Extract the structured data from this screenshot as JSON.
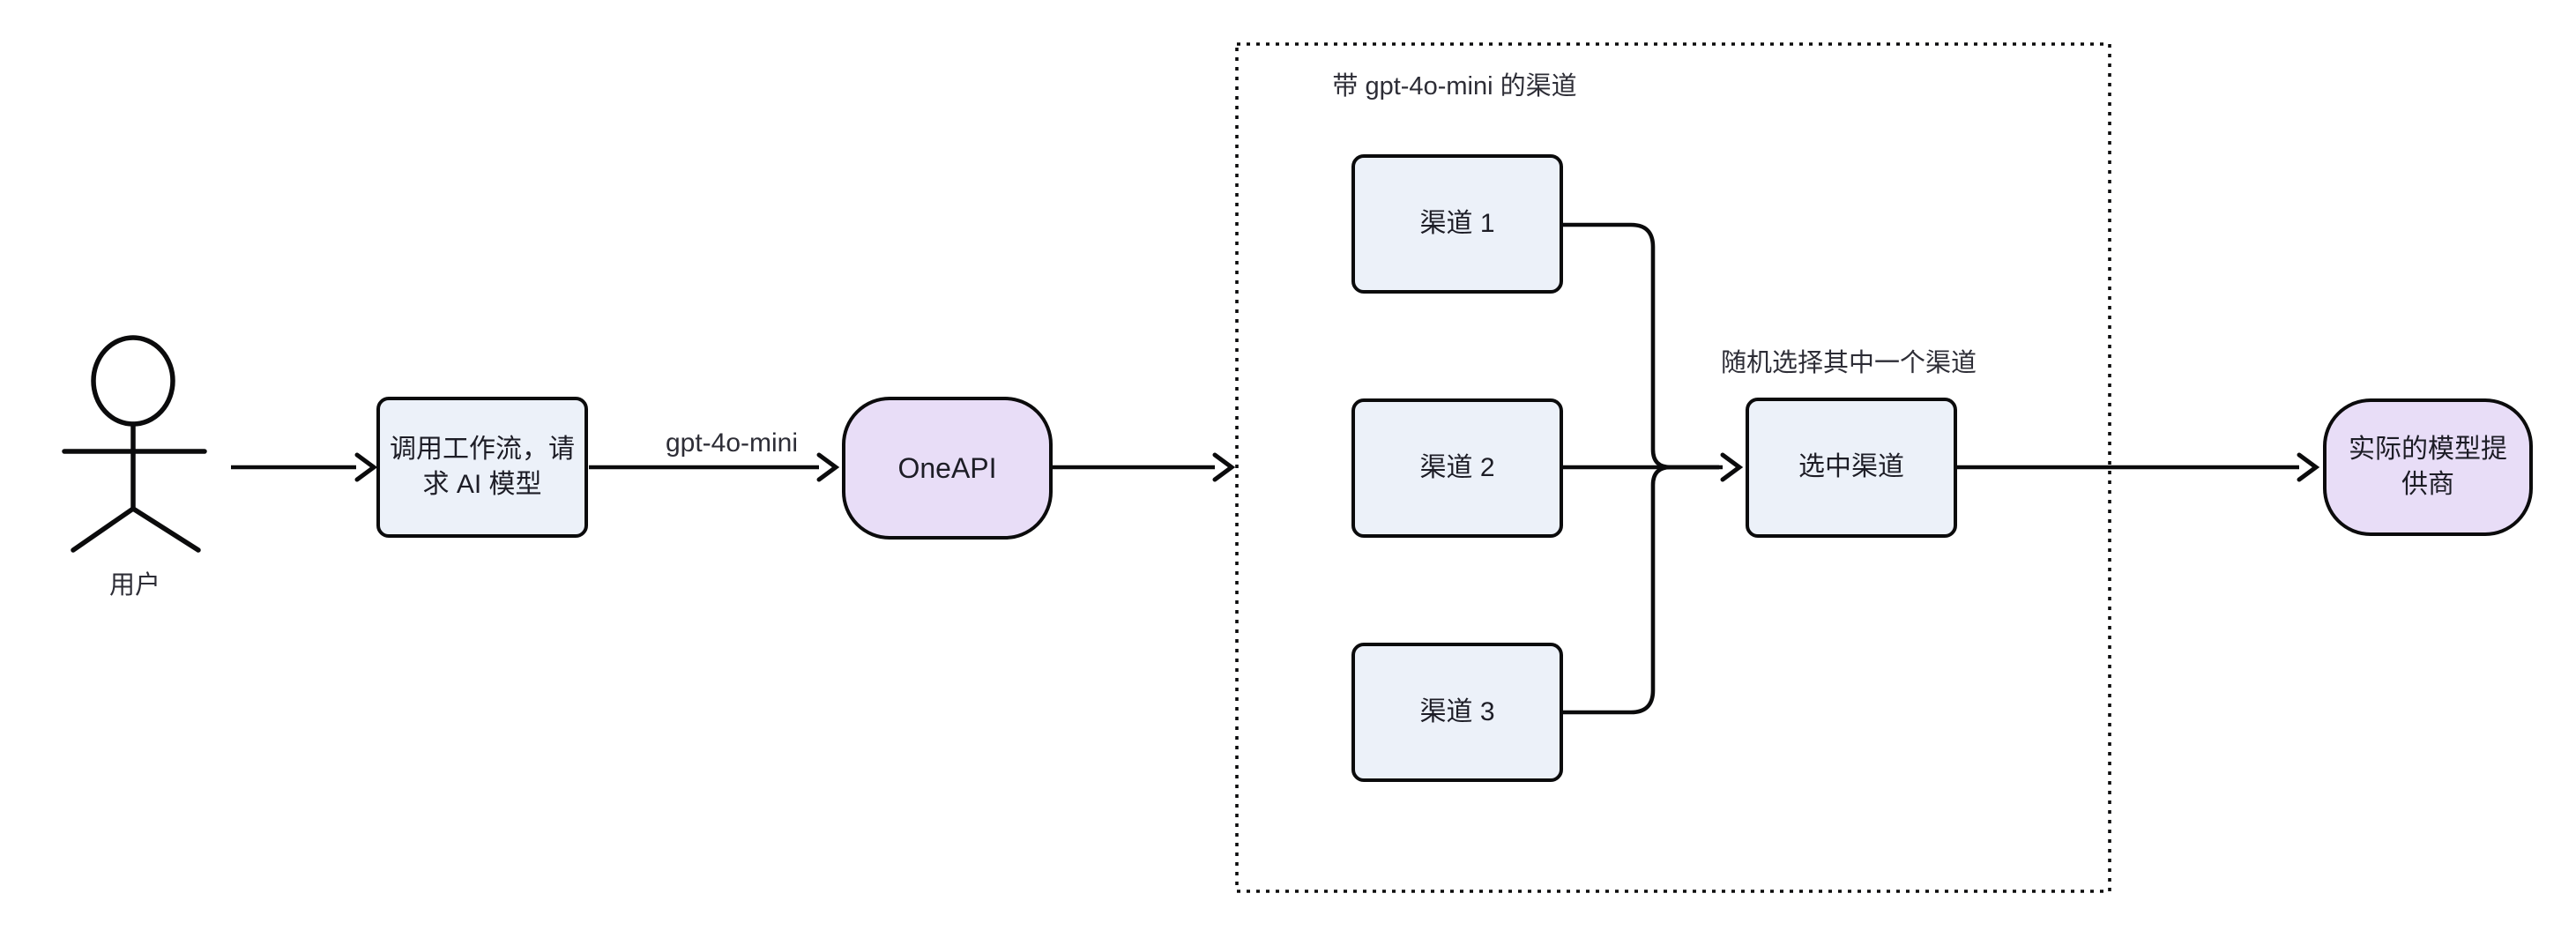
{
  "diagram": {
    "actor": {
      "label": "用户"
    },
    "nodes": {
      "workflow": {
        "lines": [
          "调用工作流，请",
          "求 AI 模型"
        ]
      },
      "oneapi": {
        "label": "OneAPI"
      },
      "channel1": {
        "label": "渠道 1"
      },
      "channel2": {
        "label": "渠道 2"
      },
      "channel3": {
        "label": "渠道 3"
      },
      "selected": {
        "label": "选中渠道"
      },
      "provider": {
        "lines": [
          "实际的模型提",
          "供商"
        ]
      }
    },
    "container": {
      "title": "带 gpt-4o-mini 的渠道"
    },
    "edge_labels": {
      "model": "gpt-4o-mini",
      "random_select": "随机选择其中一个渠道"
    },
    "colors": {
      "background": "#ffffff",
      "stroke": "#0b0b0c",
      "rect_fill": "#ECF1F9",
      "capsule_fill": "#E8DDF7",
      "node_text": "#1d1d26",
      "label_text": "#2d2d36"
    }
  }
}
